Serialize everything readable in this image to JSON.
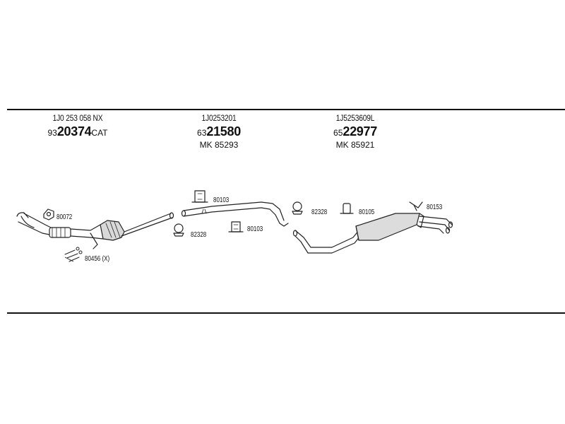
{
  "sections": [
    {
      "oe": "1J0 253 058 NX",
      "prefix": "93",
      "number": "20374",
      "suffix": "CAT",
      "mk": ""
    },
    {
      "oe": "1J0253201",
      "prefix": "63",
      "number": "21580",
      "suffix": "",
      "mk": "MK 85293"
    },
    {
      "oe": "1J5253609L",
      "prefix": "65",
      "number": "22977",
      "suffix": "",
      "mk": "MK 85921"
    }
  ],
  "labels": {
    "gasket_a": "80072",
    "fitting_kit": "80456 (X)",
    "hanger_a": "80103",
    "clamp_a": "82328",
    "hanger_b": "80103",
    "clamp_b": "82328",
    "hanger_c": "80105",
    "bracket": "80153"
  }
}
